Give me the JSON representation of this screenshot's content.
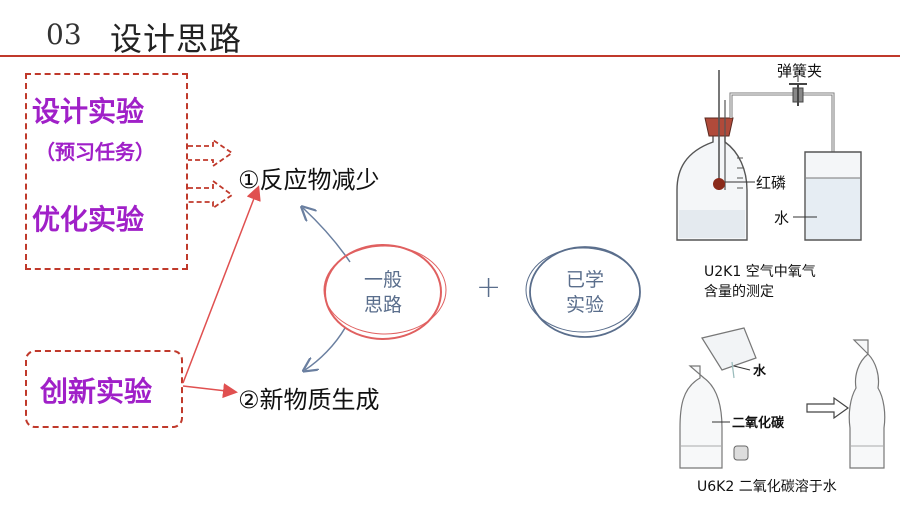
{
  "header": {
    "number": "03",
    "title": "设计思路"
  },
  "left": {
    "design_experiment": "设计实验",
    "preview_task": "（预习任务）",
    "optimize_experiment": "优化实验",
    "innovative_experiment": "创新实验"
  },
  "nodes": {
    "reactant_decrease": "①反应物减少",
    "new_substance": "②新物质生成"
  },
  "ovals": {
    "general_line1": "一般",
    "general_line2": "思路",
    "learned_line1": "已学",
    "learned_line2": "实验",
    "plus": "+"
  },
  "figure_top": {
    "spring_clip": "弹簧夹",
    "red_phosphorus": "红磷",
    "water": "水",
    "caption_line1": "U2K1  空气中氧气",
    "caption_line2": "含量的测定"
  },
  "figure_bottom": {
    "water": "水",
    "co2": "二氧化碳",
    "caption": "U6K2  二氧化碳溶于水"
  },
  "colors": {
    "accent_red": "#c0392b",
    "purple": "#a020c8",
    "blue": "#5a6e8c"
  }
}
